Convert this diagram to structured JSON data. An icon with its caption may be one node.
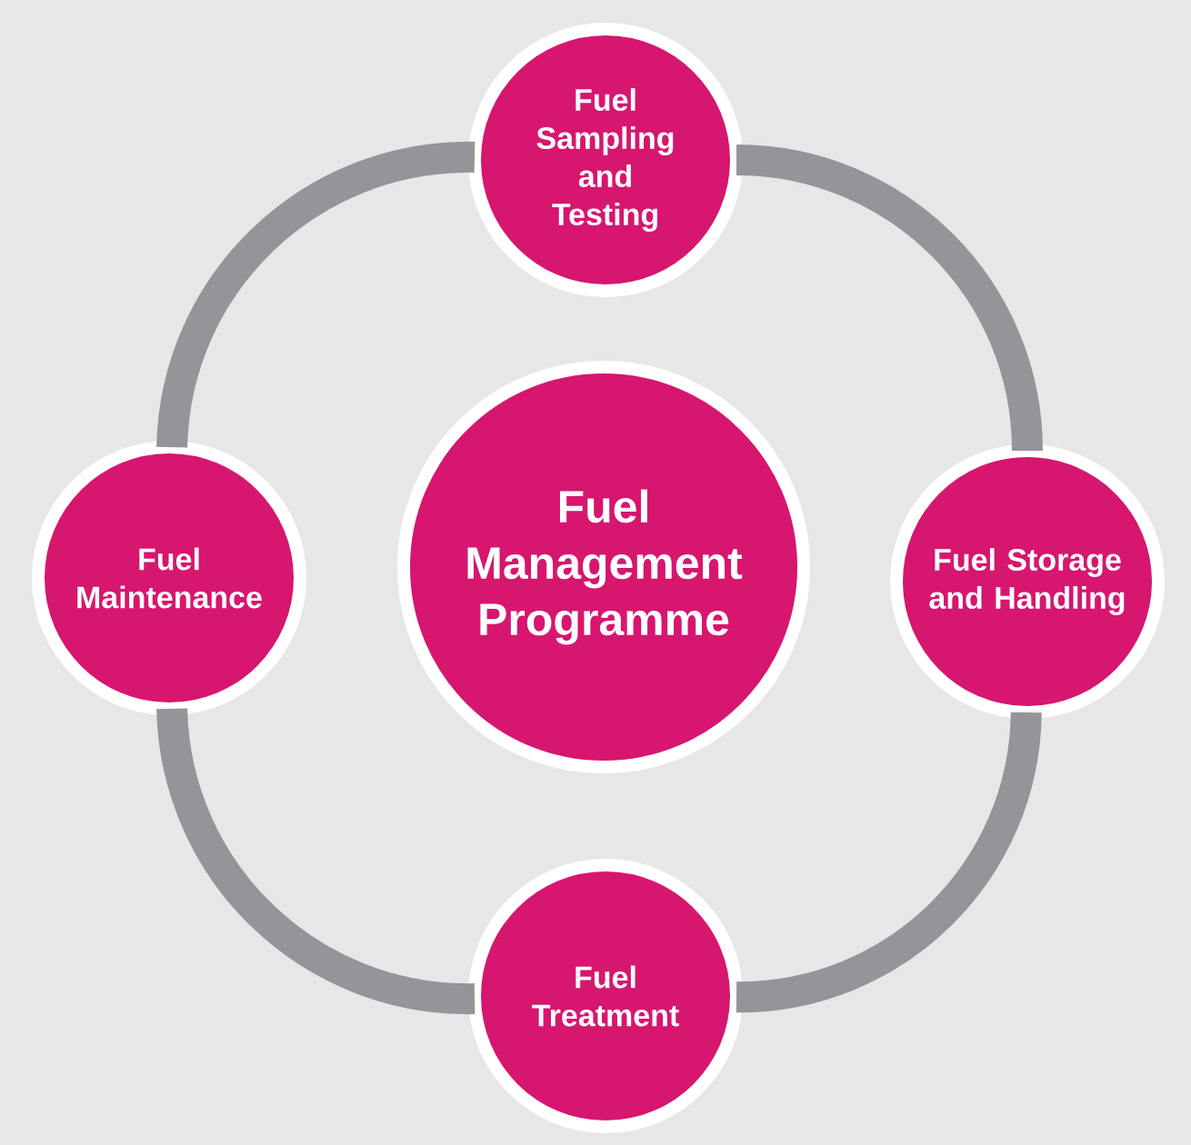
{
  "diagram": {
    "nodes": [
      {
        "text": [
          "Fuel Sampling and Testing"
        ]
      },
      {
        "text": [
          "Fuel Maintenance"
        ]
      },
      {
        "text": [
          "Fuel Management Programme"
        ]
      },
      {
        "text": [
          "Fuel Storage and Handling"
        ]
      },
      {
        "text": [
          "Fuel Treatment"
        ]
      }
    ],
    "edges": [
      {
        "from": 0,
        "to": 3,
        "arrow": "none"
      },
      {
        "from": 3,
        "to": 4,
        "arrow": "none"
      },
      {
        "from": 4,
        "to": 1,
        "arrow": "none"
      },
      {
        "from": 1,
        "to": 0,
        "arrow": "none"
      }
    ]
  }
}
